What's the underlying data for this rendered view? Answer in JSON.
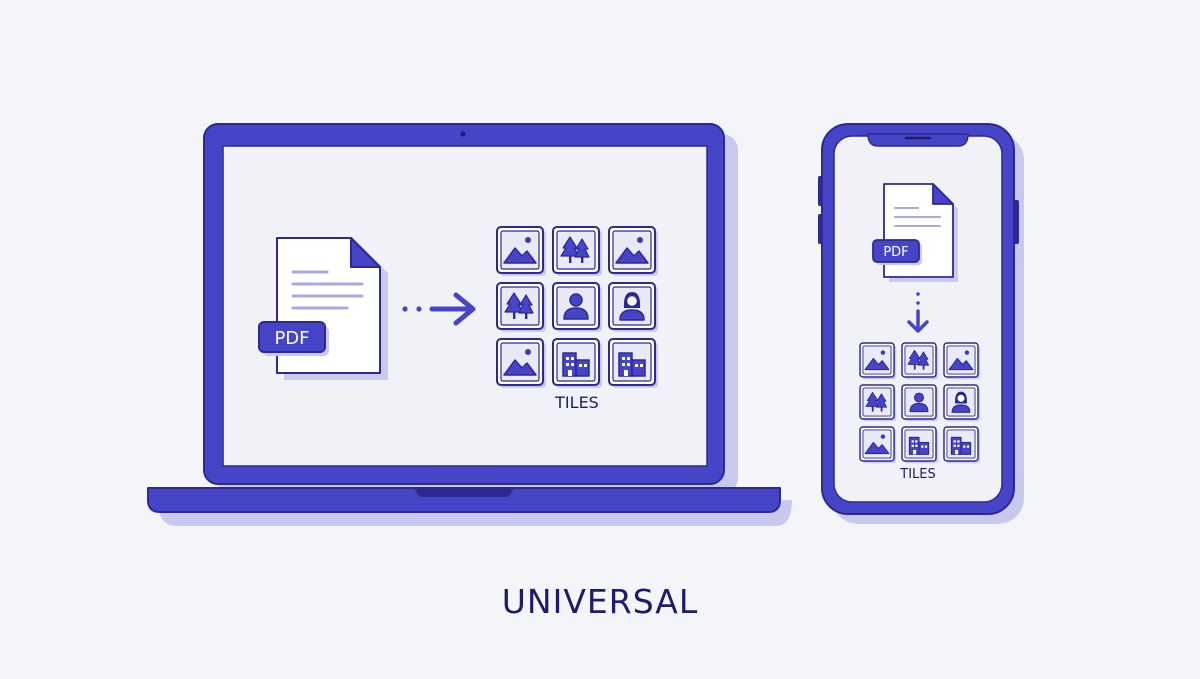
{
  "caption": "UNIVERSAL",
  "laptop": {
    "doc_badge": "PDF",
    "tiles_label": "TILES",
    "tiles": [
      "mountain-icon",
      "trees-icon",
      "mountain-icon",
      "trees-icon",
      "person-icon",
      "person-female-icon",
      "mountain-icon",
      "buildings-icon",
      "buildings-icon"
    ]
  },
  "phone": {
    "doc_badge": "PDF",
    "tiles_label": "TILES",
    "tiles": [
      "mountain-icon",
      "trees-icon",
      "mountain-icon",
      "trees-icon",
      "person-icon",
      "person-female-icon",
      "mountain-icon",
      "buildings-icon",
      "buildings-icon"
    ]
  },
  "colors": {
    "brand": "#4645c8",
    "outline": "#2c2a92",
    "shadow": "#c9c9f0",
    "screen": "#f1f2f7",
    "label": "#1e1b6e"
  }
}
